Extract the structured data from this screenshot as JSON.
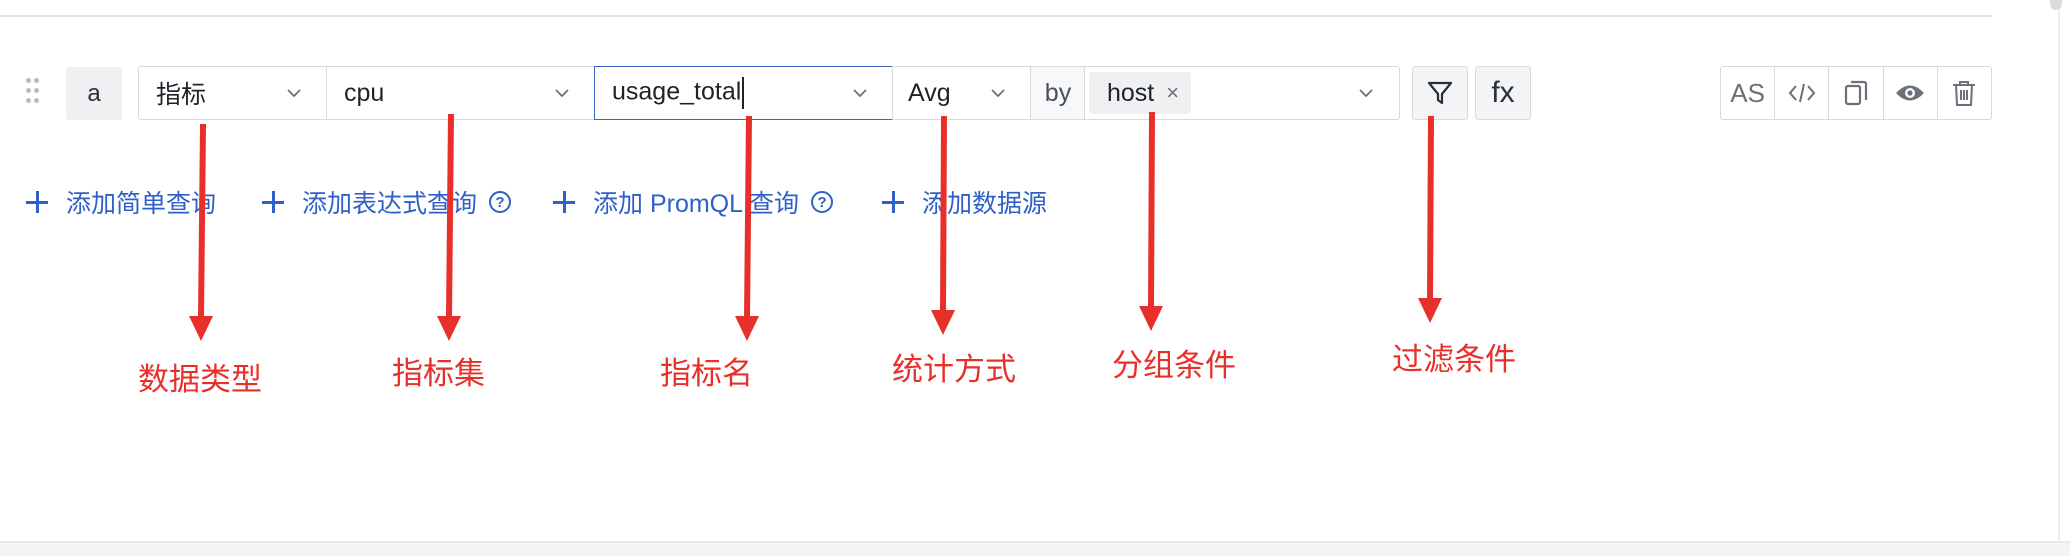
{
  "query_row": {
    "name": "a",
    "data_type": "指标",
    "metric_set": "cpu",
    "metric_name": "usage_total",
    "aggregation": "Avg",
    "by_label": "by",
    "group_tags": [
      "host"
    ],
    "tag_close_glyph": "×",
    "fx_label": "fx",
    "tools": {
      "as_label": "AS",
      "icons": [
        "code-icon",
        "copy-icon",
        "eye-icon",
        "trash-icon"
      ]
    }
  },
  "actions": {
    "add_simple": "添加简单查询",
    "add_expression": "添加表达式查询",
    "add_promql": "添加 PromQL 查询",
    "add_datasource": "添加数据源",
    "help_glyph": "?"
  },
  "annotations": {
    "data_type": "数据类型",
    "metric_set": "指标集",
    "metric_name": "指标名",
    "aggregation": "统计方式",
    "group_by": "分组条件",
    "filter": "过滤条件",
    "color": "#e8302a"
  },
  "colors": {
    "link": "#2f5fc9",
    "focus_border": "#3b63c4",
    "border": "#d7dade"
  }
}
